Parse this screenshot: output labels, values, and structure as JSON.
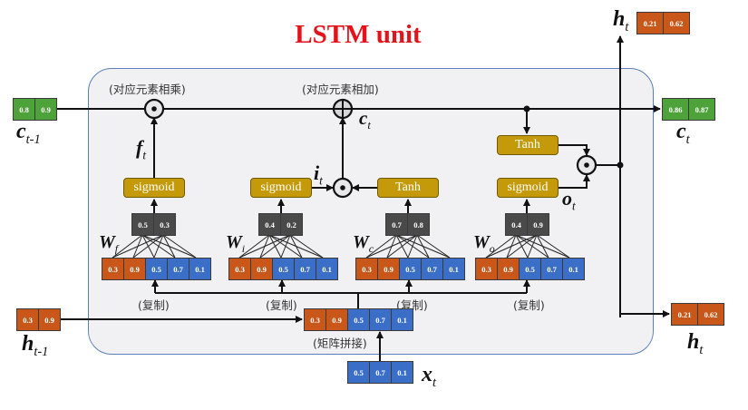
{
  "title": "LSTM unit",
  "labels": {
    "elementwise_multiply": "(对应元素相乘)",
    "elementwise_add": "(对应元素相加)",
    "copy": "(复制)",
    "concat": "(矩阵拼接)"
  },
  "symbols": {
    "c_prev": "c",
    "c_prev_sub": "t-1",
    "h_prev": "h",
    "h_prev_sub": "t-1",
    "c_t": "c",
    "c_t_sub": "t",
    "c_out": "c",
    "c_out_sub": "t",
    "h_top": "h",
    "h_top_sub": "t",
    "h_out": "h",
    "h_out_sub": "t",
    "x_t": "x",
    "x_t_sub": "t",
    "f_t": "f",
    "f_t_sub": "t",
    "i_t": "i",
    "i_t_sub": "t",
    "o_t": "o",
    "o_t_sub": "t",
    "W_f": "W",
    "W_f_sub": "f",
    "W_i": "W",
    "W_i_sub": "i",
    "W_c": "W",
    "W_c_sub": "c",
    "W_o": "W",
    "W_o_sub": "o"
  },
  "gates": {
    "forget": "sigmoid",
    "input": "sigmoid",
    "candidate": "Tanh",
    "output": "sigmoid",
    "cell_tanh": "Tanh"
  },
  "vectors": {
    "c_prev": [
      "0.8",
      "0.9"
    ],
    "h_prev": [
      "0.3",
      "0.9"
    ],
    "x_t": [
      "0.5",
      "0.7",
      "0.1"
    ],
    "concat": [
      "0.3",
      "0.9",
      "0.5",
      "0.7",
      "0.1"
    ],
    "c_t": [
      "0.86",
      "0.87"
    ],
    "h_t_top": [
      "0.21",
      "0.62"
    ],
    "h_t_right": [
      "0.21",
      "0.62"
    ],
    "W_f_out": [
      "0.5",
      "0.3"
    ],
    "W_i_out": [
      "0.4",
      "0.2"
    ],
    "W_c_out": [
      "0.7",
      "0.8"
    ],
    "W_o_out": [
      "0.4",
      "0.9"
    ],
    "gate_input_f": [
      "0.3",
      "0.9",
      "0.5",
      "0.7",
      "0.1"
    ],
    "gate_input_i": [
      "0.3",
      "0.9",
      "0.5",
      "0.7",
      "0.1"
    ],
    "gate_input_c": [
      "0.3",
      "0.9",
      "0.5",
      "0.7",
      "0.1"
    ],
    "gate_input_o": [
      "0.3",
      "0.9",
      "0.5",
      "0.7",
      "0.1"
    ]
  },
  "colors": {
    "title": "#e3121b",
    "h_vector": "#c9571a",
    "x_vector": "#3b6fc7",
    "c_vector": "#4ea23a",
    "weight": "#4a4a4a",
    "gate": "#c59a0a",
    "panel_border": "#5b7fb8"
  }
}
